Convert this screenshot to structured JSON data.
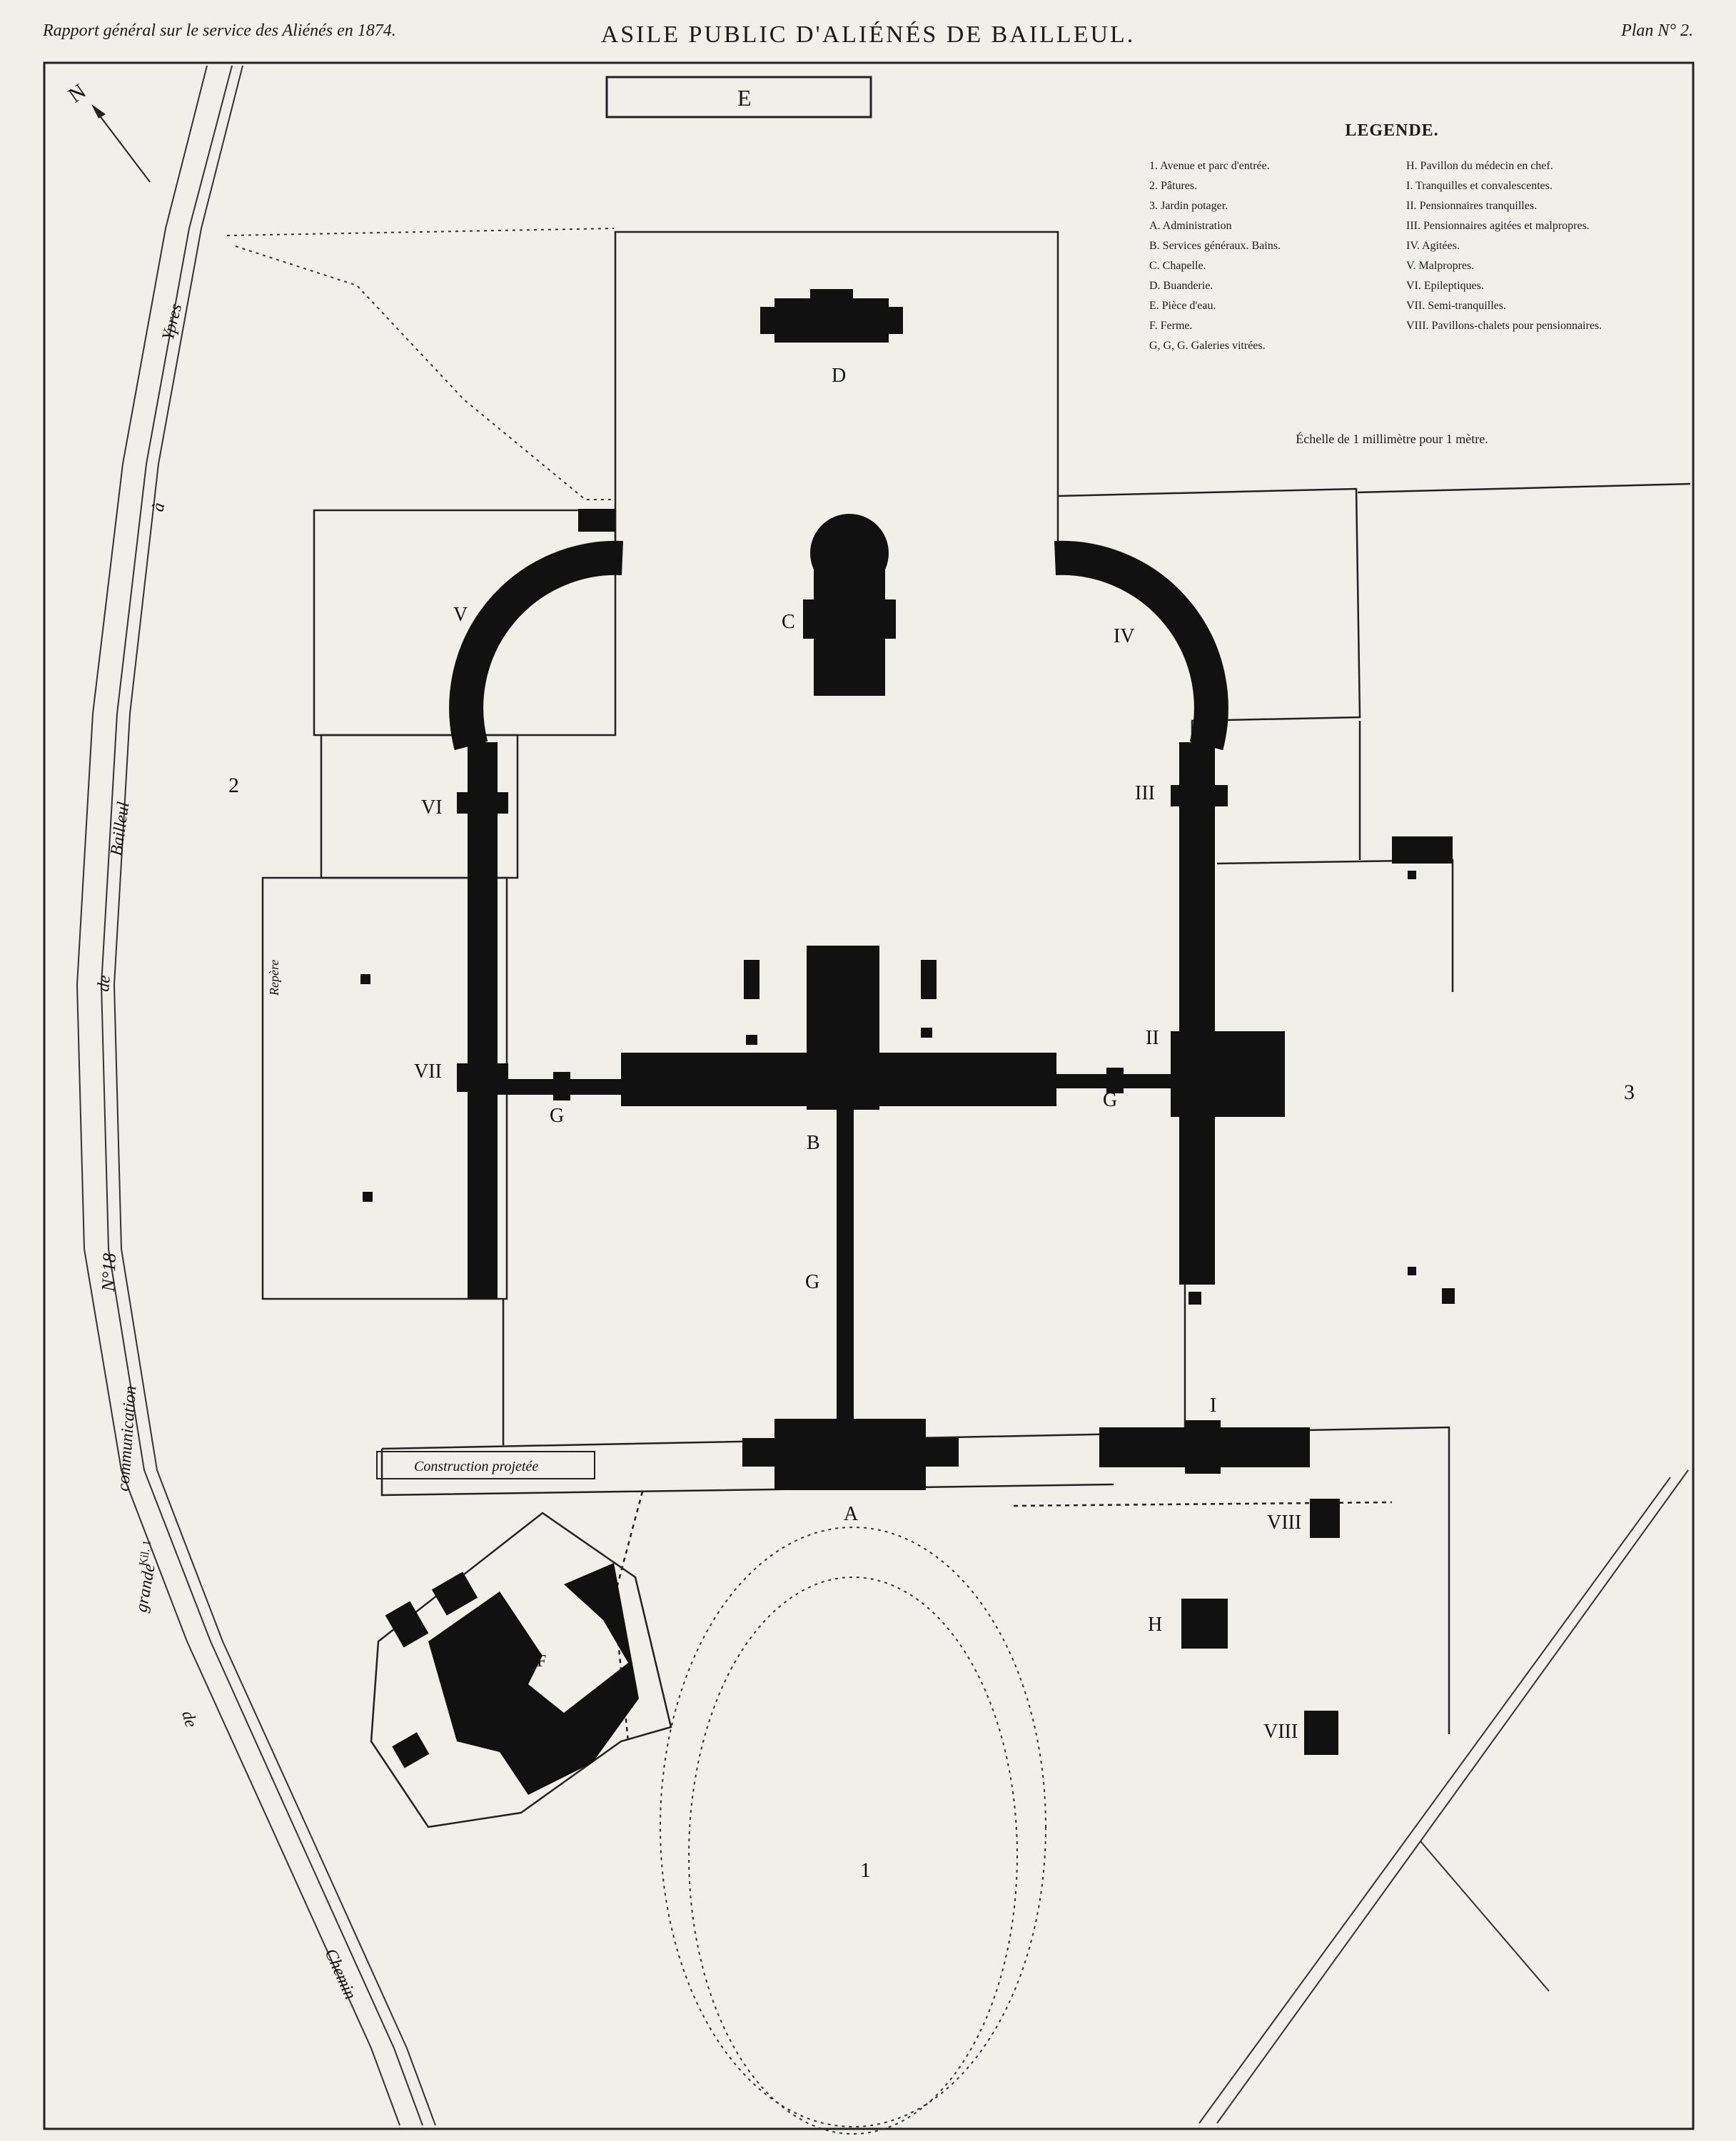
{
  "header": {
    "left": "Rapport général sur le service des Aliénés en 1874.",
    "center": "ASILE PUBLIC D'ALIÉNÉS DE BAILLEUL.",
    "right": "Plan N° 2."
  },
  "legend": {
    "title": "LEGENDE.",
    "left_items": [
      "1. Avenue et parc d'entrée.",
      "2. Pâtures.",
      "3. Jardin potager.",
      "A. Administration",
      "B. Services généraux. Bains.",
      "C. Chapelle.",
      "D. Buanderie.",
      "E. Pièce d'eau.",
      "F. Ferme.",
      "G, G, G. Galeries vitrées."
    ],
    "right_items": [
      "H. Pavillon du médecin en chef.",
      "I. Tranquilles et convalescentes.",
      "II. Pensionnaires tranquilles.",
      "III. Pensionnaires agitées et malpropres.",
      "IV. Agitées.",
      "V. Malpropres.",
      "VI. Epileptiques.",
      "VII. Semi-tranquilles.",
      "VIII. Pavillons-chalets pour pensionnaires."
    ]
  },
  "scale": "Échelle de 1 millimètre pour 1 mètre.",
  "map": {
    "north": "N",
    "road_words": [
      "Chemin",
      "de",
      "grande",
      "communication",
      "N°18",
      "de",
      "Bailleul",
      "à",
      "Ypres"
    ],
    "milestone": "Kil. 1",
    "repere": "Repère",
    "construction": "Construction projetée",
    "labels": {
      "A": "A",
      "B": "B",
      "C": "C",
      "D": "D",
      "E": "E",
      "F": "F",
      "G1": "G",
      "G2": "G",
      "G3": "G",
      "H": "H",
      "I": "I",
      "II": "II",
      "III": "III",
      "IV": "IV",
      "V": "V",
      "VI": "VI",
      "VII": "VII",
      "VIII_1": "VIII",
      "VIII_2": "VIII",
      "n1": "1",
      "n2": "2",
      "n3": "3"
    }
  },
  "colors": {
    "paper": "#f1efea",
    "ink": "#111111"
  }
}
